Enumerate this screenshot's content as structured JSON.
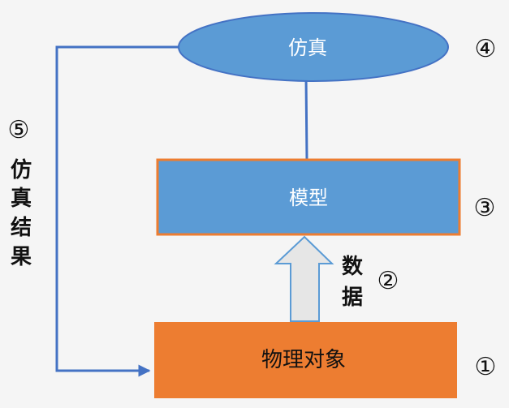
{
  "nodes": {
    "simulation": {
      "label": "仿真",
      "marker": "④"
    },
    "model": {
      "label": "模型",
      "marker": "③"
    },
    "data": {
      "label_line1": "数",
      "label_line2": "据",
      "marker": "②"
    },
    "physical_object": {
      "label": "物理对象",
      "marker": "①"
    },
    "sim_result": {
      "label_chars": [
        "仿",
        "真",
        "结",
        "果"
      ],
      "marker": "⑤"
    }
  },
  "colors": {
    "background": "#f5f5f5",
    "blue_fill": "#5b9bd5",
    "blue_stroke": "#4472c4",
    "orange_fill": "#ed7d31",
    "orange_stroke": "#ed7d31",
    "arrow_fill": "#e6e6e6",
    "arrow_stroke": "#5b9bd5",
    "connector": "#4472c4"
  }
}
